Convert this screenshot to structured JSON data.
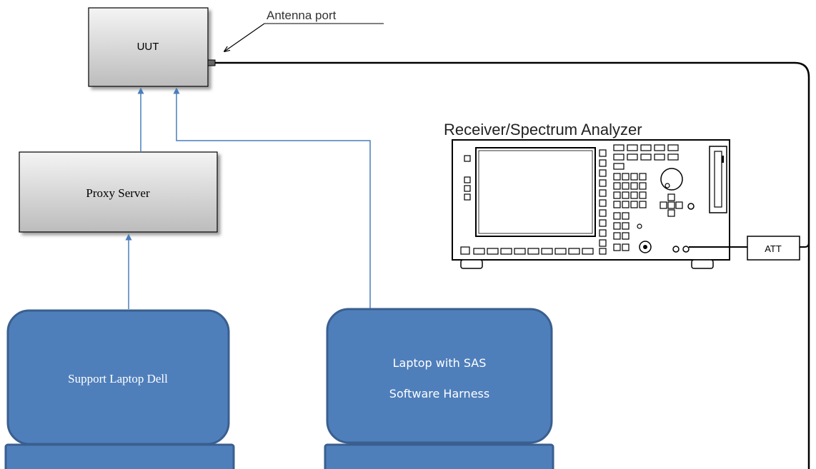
{
  "diagram": {
    "uut": {
      "label": "UUT"
    },
    "antenna_callout": {
      "label": "Antenna port"
    },
    "proxy": {
      "label": "Proxy Server"
    },
    "support_laptop": {
      "label": "Support Laptop Dell"
    },
    "sas_laptop": {
      "line1": "Laptop with SAS",
      "line2": "Software Harness"
    },
    "analyzer": {
      "label": "Receiver/Spectrum Analyzer"
    },
    "attenuator": {
      "label": "ATT"
    },
    "colors": {
      "laptop_fill": "#4f7fbb",
      "laptop_stroke": "#3a5f8f",
      "arrow_line": "#4a7ebb",
      "box_top": "#f2f2f2",
      "box_bottom": "#bdbdbd",
      "cable": "#000000"
    }
  }
}
